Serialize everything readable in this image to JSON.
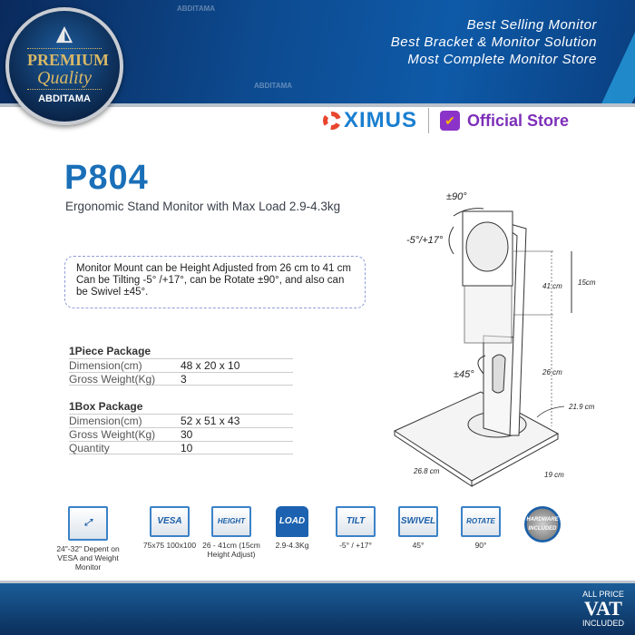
{
  "banner": {
    "watermark": "ABDITAMA",
    "slogans": [
      "Best Selling Monitor",
      "Best Bracket & Monitor Solution",
      "Most Complete Monitor Store"
    ]
  },
  "badge": {
    "line1": "PREMIUM",
    "line2": "Quality",
    "brand": "ABDITAMA"
  },
  "logos": {
    "brand": "XIMUS",
    "store": "Official Store"
  },
  "product": {
    "model": "P804",
    "subtitle": "Ergonomic Stand Monitor with Max Load 2.9-4.3kg",
    "description": "Monitor Mount can be Height Adjusted from 26 cm to 41 cm Can be Tilting -5° /+17°, can be Rotate ±90°, and also can be Swivel  ±45°."
  },
  "packages": [
    {
      "title": "1Piece Package",
      "rows": [
        {
          "label": "Dimension(cm)",
          "value": "48 x 20 x 10"
        },
        {
          "label": "Gross Weight(Kg)",
          "value": "3"
        }
      ]
    },
    {
      "title": "1Box Package",
      "rows": [
        {
          "label": "Dimension(cm)",
          "value": "52 x 51 x 43"
        },
        {
          "label": "Gross Weight(Kg)",
          "value": "30"
        },
        {
          "label": "Quantity",
          "value": "10"
        }
      ]
    }
  ],
  "diagram": {
    "rotate": "±90°",
    "tilt": "-5°/+17°",
    "swivel": "±45°",
    "max_height": "41 cm",
    "adjust": "15cm",
    "min_height": "26 cm",
    "depth": "21.9 cm",
    "base_width": "26.8 cm",
    "base_depth": "19 cm"
  },
  "features": [
    {
      "icon": "screen-size-icon",
      "tag": "",
      "caption": "24\"-32\" Depent on VESA and Weight Monitor"
    },
    {
      "icon": "vesa-icon",
      "tag": "VESA",
      "caption": "75x75 100x100"
    },
    {
      "icon": "height-adjust-icon",
      "tag": "HEIGHT",
      "caption": "26 - 41cm (15cm Height Adjust)"
    },
    {
      "icon": "load-icon",
      "tag": "LOAD",
      "caption": "2.9-4.3Kg"
    },
    {
      "icon": "tilt-icon",
      "tag": "TILT",
      "caption": "-5° / +17°"
    },
    {
      "icon": "swivel-icon",
      "tag": "SWIVEL",
      "caption": "45°"
    },
    {
      "icon": "rotate-icon",
      "tag": "ROTATE",
      "caption": "90°"
    },
    {
      "icon": "hardware-icon",
      "tag": "HARDWARE INCLUDED",
      "caption": ""
    }
  ],
  "vat": {
    "top": "ALL PRICE",
    "mid": "VAT",
    "bottom": "INCLUDED"
  }
}
